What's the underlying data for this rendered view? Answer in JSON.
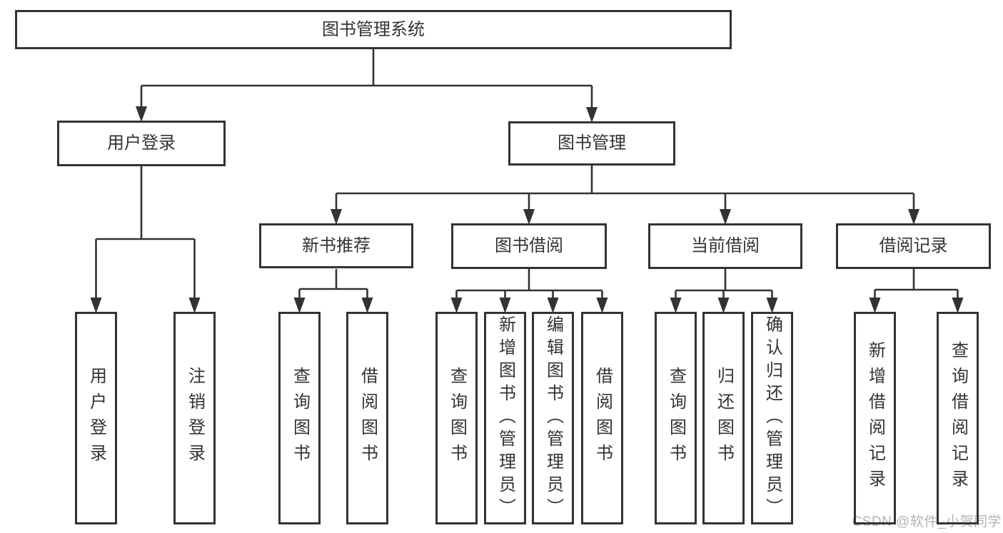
{
  "title": "图书管理系统",
  "nodes": {
    "root": {
      "label": "图书管理系统"
    },
    "userLogin": {
      "label": "用户登录"
    },
    "bookMgmt": {
      "label": "图书管理"
    },
    "newRec": {
      "label": "新书推荐"
    },
    "bookBorrow": {
      "label": "图书借阅"
    },
    "currentBorrow": {
      "label": "当前借阅"
    },
    "borrowRecords": {
      "label": "借阅记录"
    }
  },
  "leaves": {
    "userLogin": [
      {
        "label": "用户登录"
      },
      {
        "label": "注销登录"
      }
    ],
    "newRec": [
      {
        "label": "查询图书"
      },
      {
        "label": "借阅图书"
      }
    ],
    "bookBorrow": [
      {
        "label": "查询图书"
      },
      {
        "label": "新增图书（管理员）"
      },
      {
        "label": "编辑图书（管理员）"
      },
      {
        "label": "借阅图书"
      }
    ],
    "currentBorrow": [
      {
        "label": "查询图书"
      },
      {
        "label": "归还图书"
      },
      {
        "label": "确认归还（管理员）"
      }
    ],
    "borrowRecords": [
      {
        "label": "新增借阅记录"
      },
      {
        "label": "查询借阅记录"
      }
    ]
  },
  "watermark": "CSDN @软件_小贺同学",
  "colors": {
    "line": "#333333",
    "text": "#333333",
    "watermark": "#b3b3b3",
    "background": "#ffffff"
  }
}
